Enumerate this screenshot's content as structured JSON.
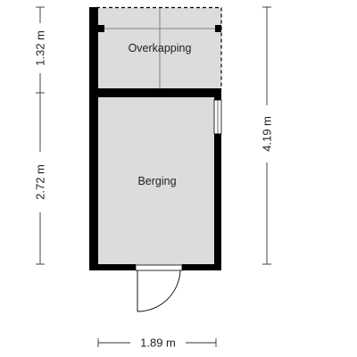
{
  "rooms": {
    "canopy": {
      "name": "Overkapping"
    },
    "storage": {
      "name": "Berging"
    }
  },
  "dimensions": {
    "canopy_depth": "1.32 m",
    "storage_depth": "2.72 m",
    "total_depth": "4.19 m",
    "width": "1.89 m"
  },
  "colors": {
    "wall": "#000000",
    "floor": "#dcdcdc",
    "dim_line": "#333333",
    "text": "#222222"
  }
}
